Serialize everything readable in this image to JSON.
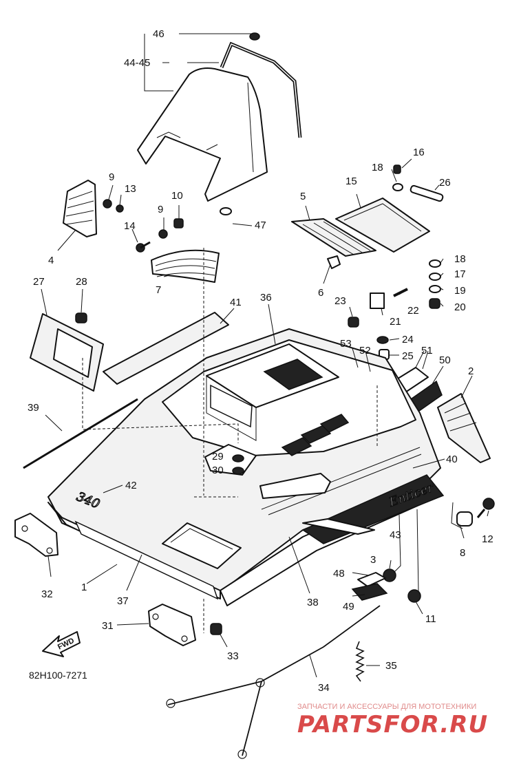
{
  "diagram": {
    "code": "82H100-7271",
    "fwd_label": "FWD",
    "decals": {
      "model": "340",
      "brand": "Enticer"
    },
    "watermark": {
      "caption": "ЗАПЧАСТИ И АКСЕССУАРЫ ДЛЯ МОТОТЕХНИКИ",
      "brand": "PARTSFOR.RU"
    },
    "callouts": [
      {
        "id": "46",
        "text": "46"
      },
      {
        "id": "44-45",
        "text": "44-45"
      },
      {
        "id": "16",
        "text": "16"
      },
      {
        "id": "18a",
        "text": "18"
      },
      {
        "id": "26",
        "text": "26"
      },
      {
        "id": "15",
        "text": "15"
      },
      {
        "id": "5",
        "text": "5"
      },
      {
        "id": "9a",
        "text": "9"
      },
      {
        "id": "13",
        "text": "13"
      },
      {
        "id": "10",
        "text": "10"
      },
      {
        "id": "9b",
        "text": "9"
      },
      {
        "id": "47",
        "text": "47"
      },
      {
        "id": "14",
        "text": "14"
      },
      {
        "id": "4",
        "text": "4"
      },
      {
        "id": "18b",
        "text": "18"
      },
      {
        "id": "17",
        "text": "17"
      },
      {
        "id": "19",
        "text": "19"
      },
      {
        "id": "20",
        "text": "20"
      },
      {
        "id": "6",
        "text": "6"
      },
      {
        "id": "27",
        "text": "27"
      },
      {
        "id": "28",
        "text": "28"
      },
      {
        "id": "7",
        "text": "7"
      },
      {
        "id": "41",
        "text": "41"
      },
      {
        "id": "36",
        "text": "36"
      },
      {
        "id": "23",
        "text": "23"
      },
      {
        "id": "22",
        "text": "22"
      },
      {
        "id": "21",
        "text": "21"
      },
      {
        "id": "24",
        "text": "24"
      },
      {
        "id": "53",
        "text": "53"
      },
      {
        "id": "52",
        "text": "52"
      },
      {
        "id": "25",
        "text": "25"
      },
      {
        "id": "51",
        "text": "51"
      },
      {
        "id": "50",
        "text": "50"
      },
      {
        "id": "2",
        "text": "2"
      },
      {
        "id": "39",
        "text": "39"
      },
      {
        "id": "40",
        "text": "40"
      },
      {
        "id": "29",
        "text": "29"
      },
      {
        "id": "30",
        "text": "30"
      },
      {
        "id": "42",
        "text": "42"
      },
      {
        "id": "12",
        "text": "12"
      },
      {
        "id": "43",
        "text": "43"
      },
      {
        "id": "8",
        "text": "8"
      },
      {
        "id": "3",
        "text": "3"
      },
      {
        "id": "48",
        "text": "48"
      },
      {
        "id": "32",
        "text": "32"
      },
      {
        "id": "1",
        "text": "1"
      },
      {
        "id": "37",
        "text": "37"
      },
      {
        "id": "38",
        "text": "38"
      },
      {
        "id": "49",
        "text": "49"
      },
      {
        "id": "11",
        "text": "11"
      },
      {
        "id": "31",
        "text": "31"
      },
      {
        "id": "33",
        "text": "33"
      },
      {
        "id": "35",
        "text": "35"
      },
      {
        "id": "34",
        "text": "34"
      }
    ]
  }
}
